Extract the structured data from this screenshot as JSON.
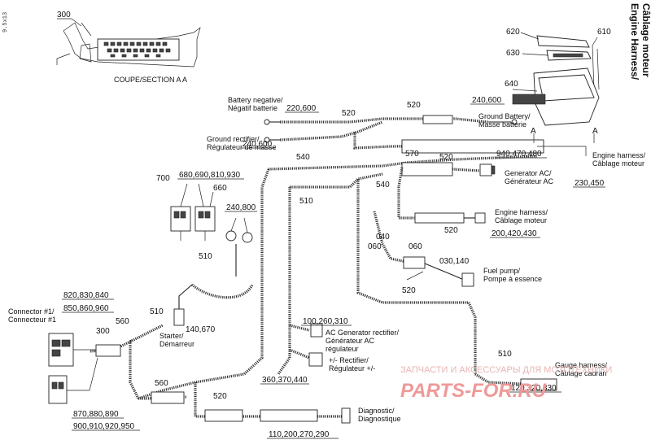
{
  "doc_code": "9.5x13",
  "title": {
    "line1": "Engine Harness/",
    "line2": "Câblage moteur"
  },
  "section_label": "COUPE/SECTION A A",
  "section_marks": [
    "A",
    "A"
  ],
  "labels": {
    "battery_negative": [
      "Battery negative/",
      "Négatif batterie"
    ],
    "ground_rectifier": [
      "Ground rectifier/",
      "Régulateur de masse"
    ],
    "ground_battery": [
      "Ground Battery/",
      "Masse batterie"
    ],
    "engine_harness_right": [
      "Engine harness/",
      "Câblage moteur"
    ],
    "generator_ac": [
      "Generator AC/",
      "Générateur AC"
    ],
    "engine_harness_mid": [
      "Engine harness/",
      "Câblage moteur"
    ],
    "fuel_pump": [
      "Fuel pump/",
      "Pompe à essence"
    ],
    "connector_1": [
      "Connector #1/",
      "Connecteur #1"
    ],
    "starter": [
      "Starter/",
      "Démarreur"
    ],
    "ac_generator_rectifier": [
      "AC Generator rectifier/",
      "Générateur AC",
      "régulateur"
    ],
    "rectifier": [
      "+/- Rectifier/",
      "Régulateur +/-"
    ],
    "gauge_harness": [
      "Gauge harness/",
      "Câblage cadran"
    ],
    "diagnostic": [
      "Diagnostic/",
      "Diagnostique"
    ]
  },
  "callouts": {
    "c300_top": "300",
    "c620": "620",
    "c610": "610",
    "c630": "630",
    "c640": "640",
    "c220_600": "220,600",
    "c520_a": "520",
    "c520_b": "520",
    "c240_600_a": "240,600",
    "c240_600_b": "240,600",
    "c540_a": "540",
    "c570": "570",
    "c520_c": "520",
    "c940": "940,470,480",
    "c230_450": "230,450",
    "c700": "700",
    "c680": "680,690,810,930",
    "c660": "660",
    "c510_a": "510",
    "c540_b": "540",
    "c240_800": "240,800",
    "c520_d": "520",
    "c200_420": "200,420,430",
    "c040": "040",
    "c060_a": "060",
    "c060_b": "060",
    "c030_140": "030,140",
    "c510_b": "510",
    "c520_e": "520",
    "c820": "820,830,840",
    "c850": "850,860,960",
    "c510_c": "510",
    "c300_mid": "300",
    "c560_a": "560",
    "c140_670": "140,670",
    "c100_260": "100,260,310",
    "c510_d": "510",
    "c360": "360,370,440",
    "c120_320": "120,320,330",
    "c560_b": "560",
    "c520_f": "520",
    "c870": "870,880,890",
    "c900": "900,910,920,950",
    "c110_200": "110,200,270,290"
  },
  "watermark": {
    "line1": "ЗАПЧАСТИ И АКСЕССУАРЫ ДЛЯ МОТОТЕХНИКИ",
    "line2": "PARTS-FOR.RU"
  },
  "colors": {
    "ink": "#111111",
    "watermark": "#e99999"
  }
}
